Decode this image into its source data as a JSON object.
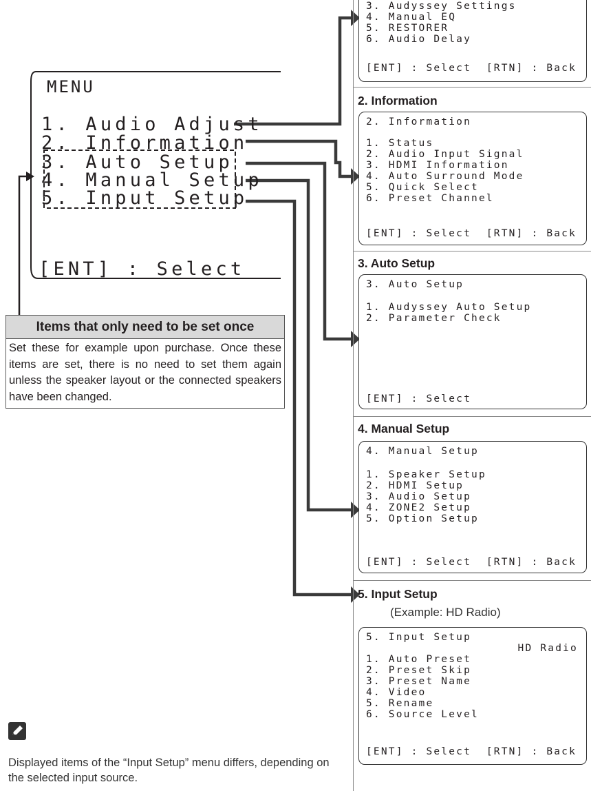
{
  "main_menu": {
    "title": "MENU",
    "items": [
      "1. Audio Adjust",
      "2. Information",
      "3. Auto Setup",
      "4. Manual Setup",
      "5. Input Setup"
    ],
    "footer": "[ENT] : Select"
  },
  "info_box": {
    "heading": "Items that only need to be set once",
    "body": "Set these for example upon purchase. Once these items are set, there is no need to set them again unless the speaker layout or the connected speakers have been changed."
  },
  "panels": {
    "audio_adjust": {
      "items": [
        "3. Audyssey Settings",
        "4. Manual EQ",
        "5. RESTORER",
        "6. Audio Delay"
      ],
      "footer": "[ENT] : Select  [RTN] : Back"
    },
    "information": {
      "heading": "2. Information",
      "screen_title": "2. Information",
      "items": [
        "1. Status",
        "2. Audio Input Signal",
        "3. HDMI Information",
        "4. Auto Surround Mode",
        "5. Quick Select",
        "6. Preset Channel"
      ],
      "footer": "[ENT] : Select  [RTN] : Back"
    },
    "auto_setup": {
      "heading": "3. Auto Setup",
      "screen_title": "3. Auto Setup",
      "items": [
        "1. Audyssey Auto Setup",
        "2. Parameter Check"
      ],
      "footer": "[ENT] : Select"
    },
    "manual_setup": {
      "heading": "4. Manual Setup",
      "screen_title": "4. Manual Setup",
      "items": [
        "1. Speaker Setup",
        "2. HDMI Setup",
        "3. Audio Setup",
        "4. ZONE2 Setup",
        "5. Option Setup"
      ],
      "footer": "[ENT] : Select  [RTN] : Back"
    },
    "input_setup": {
      "heading": "5. Input Setup",
      "example": "(Example: HD Radio)",
      "screen_title": "5. Input Setup",
      "source": "HD Radio",
      "items": [
        "1. Auto Preset",
        "2. Preset Skip",
        "3. Preset Name",
        "4. Video",
        "5. Rename",
        "6. Source Level"
      ],
      "footer": "[ENT] : Select  [RTN] : Back"
    }
  },
  "note": {
    "icon": "pencil-icon",
    "text": "Displayed items of the “Input Setup” menu differs, depending on the selected input source."
  }
}
